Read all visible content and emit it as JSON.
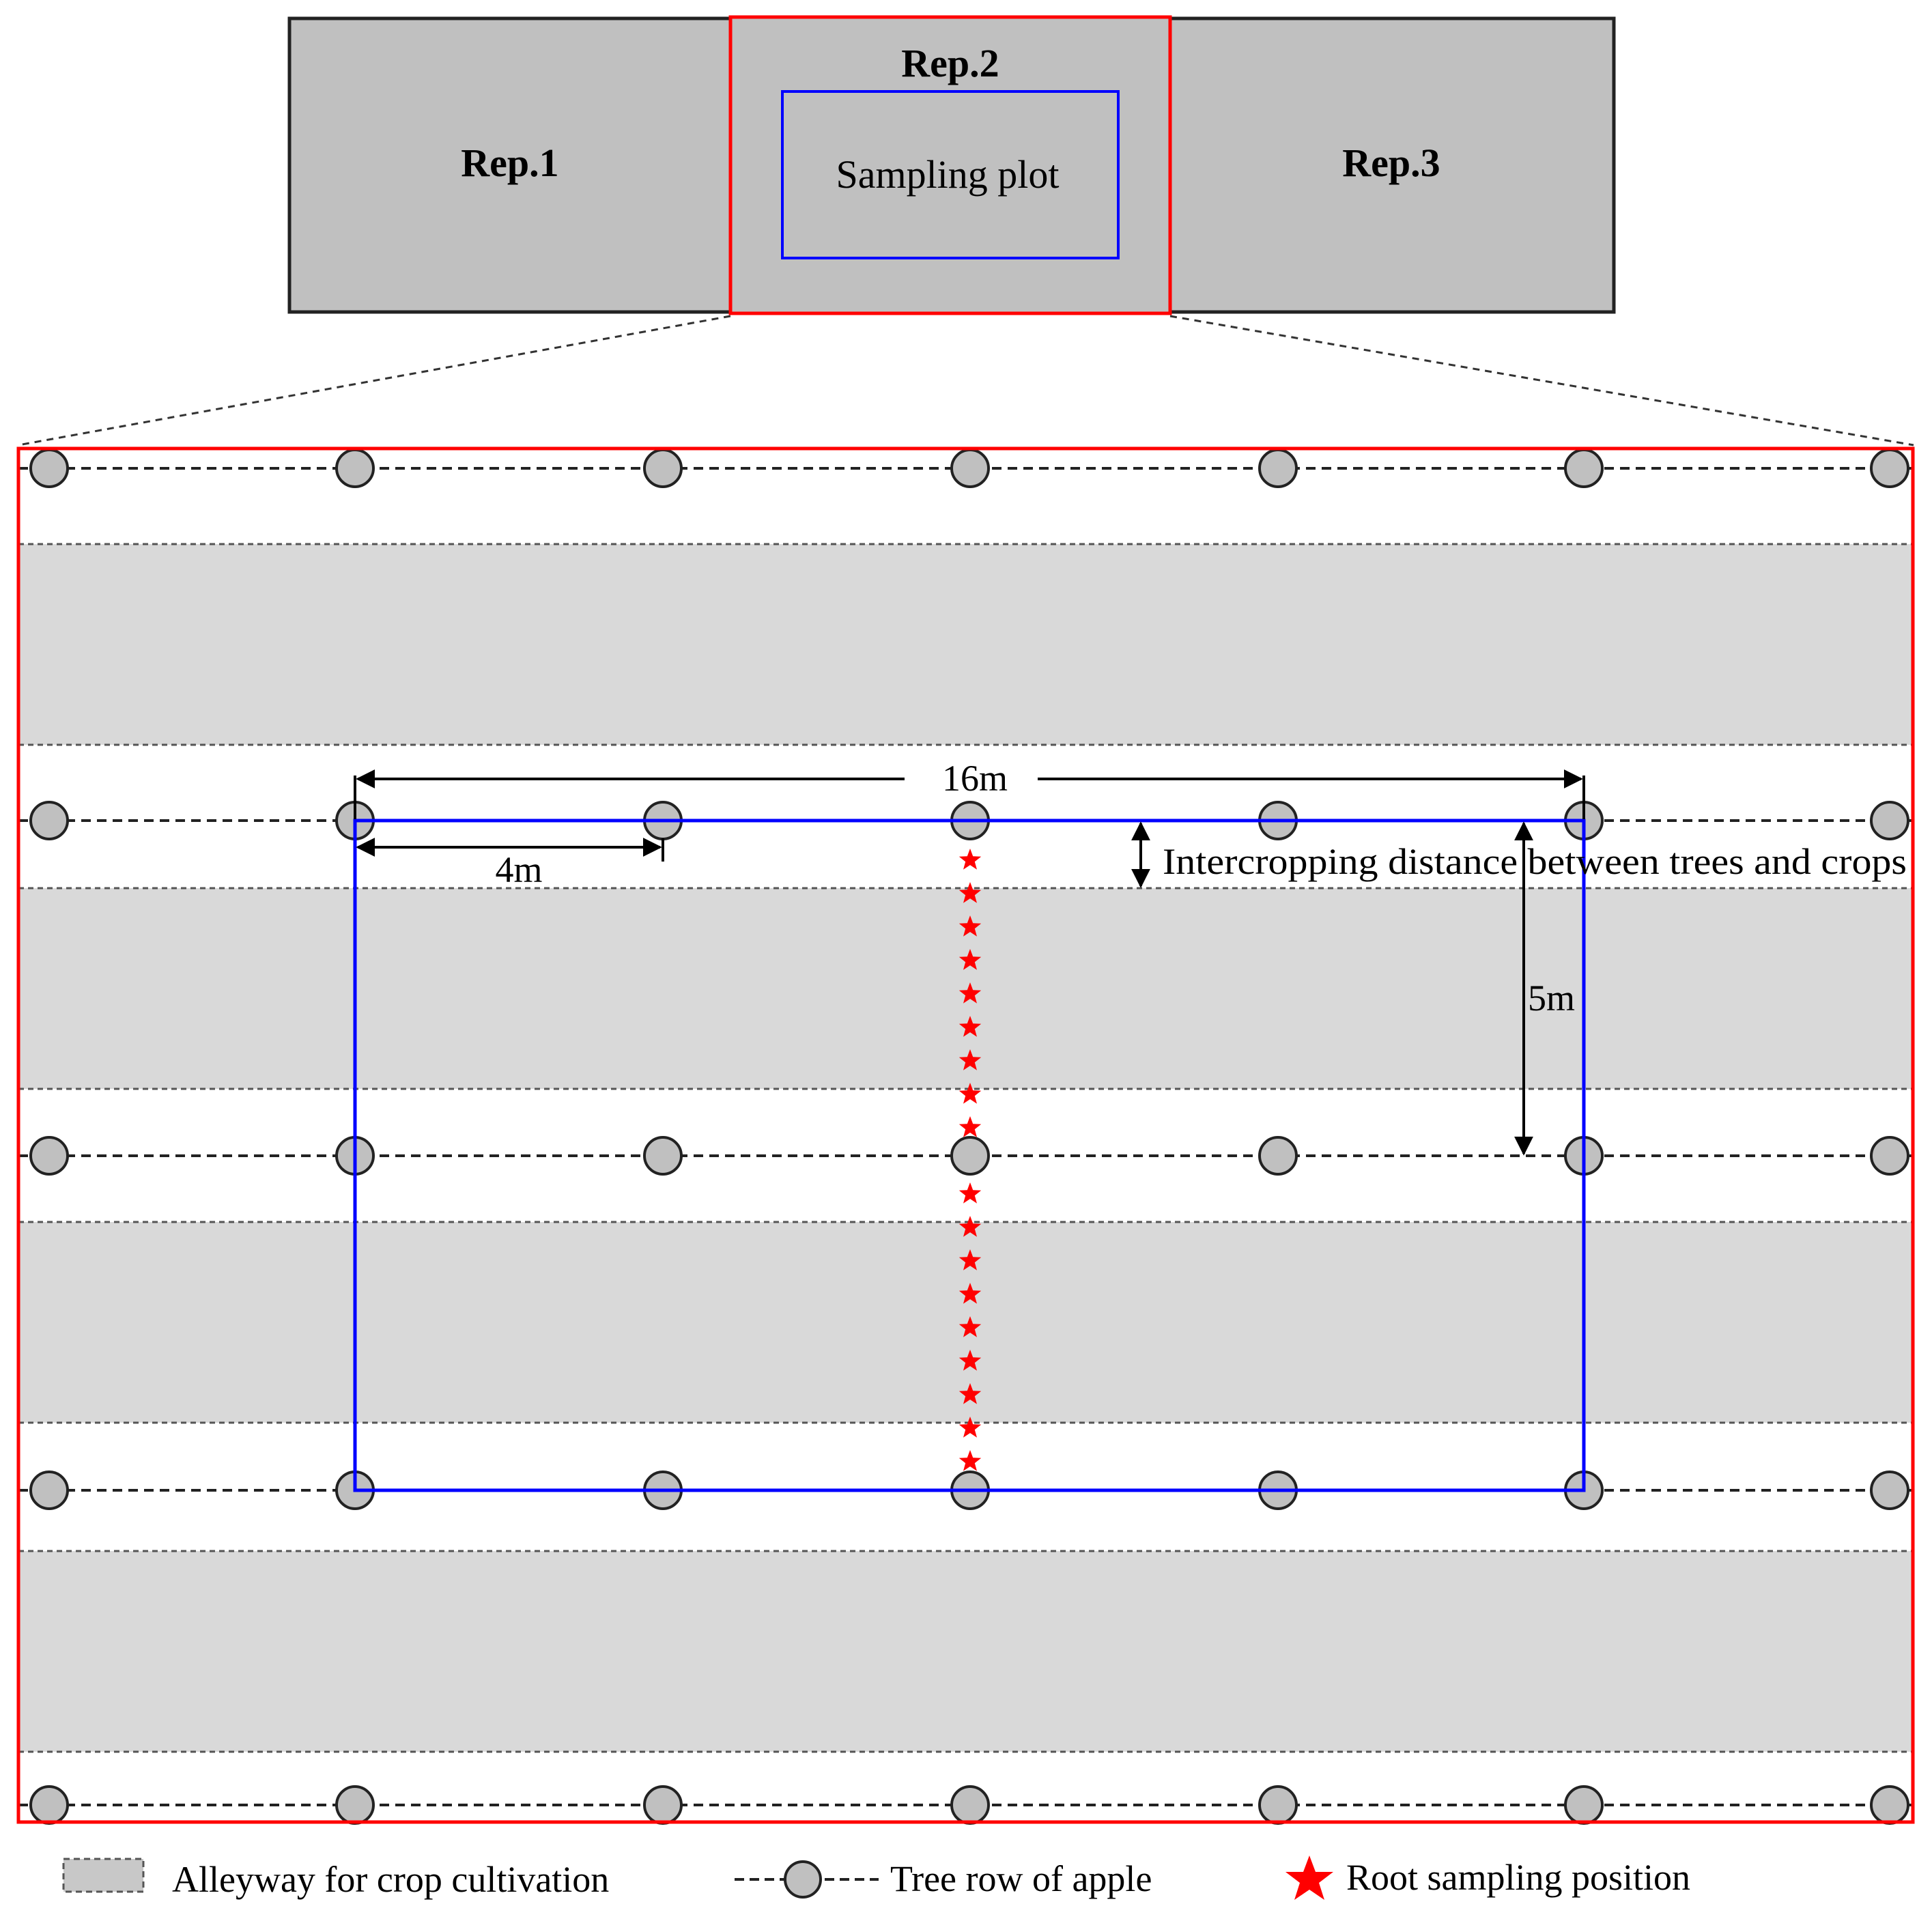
{
  "overview": {
    "rep1": "Rep.1",
    "rep2": "Rep.2",
    "rep3": "Rep.3",
    "sampling_plot": "Sampling plot"
  },
  "annotations": {
    "width_16m": "16m",
    "spacing_4m": "4m",
    "row_spacing_5m": "5m",
    "intercropping": "Intercropping distance between trees and crops"
  },
  "legend": {
    "alleyway": "Alleyway for crop cultivation",
    "tree_row": "Tree row of apple",
    "root_sampling": "Root sampling position"
  },
  "layout_model": {
    "tree_rows": 5,
    "trees_per_row": 7,
    "alleyways": 4,
    "sampling_stars_upper": 9,
    "sampling_stars_lower": 9
  },
  "colors": {
    "rep_fill": "#c0c0c0",
    "alley_fill": "#d9d9d9",
    "tree_fill": "#c0c0c0",
    "outline_red": "#ff0000",
    "outline_blue": "#0000ff",
    "star_red": "#ff0000"
  }
}
